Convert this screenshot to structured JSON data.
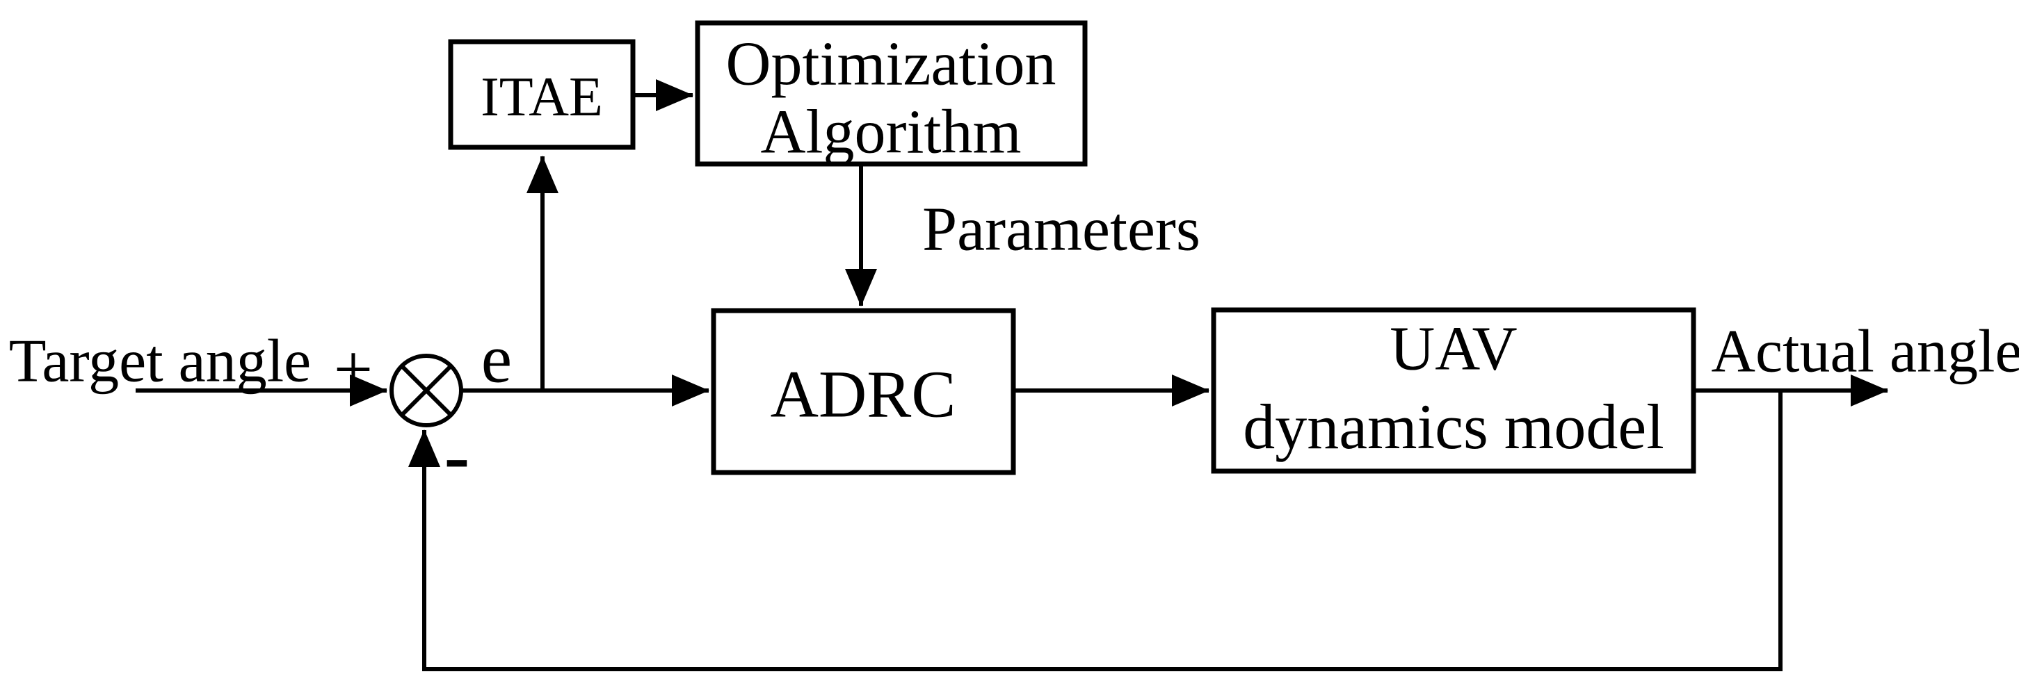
{
  "figure": {
    "type": "control-system-block-diagram",
    "colors": {
      "background": "#ffffff",
      "line": "#000000",
      "text": "#000000"
    },
    "blocks": {
      "itae": {
        "label": "ITAE"
      },
      "optimization_algorithm": {
        "line1": "Optimization",
        "line2": "Algorithm"
      },
      "adrc": {
        "label": "ADRC"
      },
      "uav_dynamics_model": {
        "line1": "UAV",
        "line2": "dynamics model"
      }
    },
    "signals": {
      "input_label": "Target angle",
      "output_label": "Actual angle",
      "parameters_label": "Parameters",
      "error_label": "e",
      "plus_sign": "+",
      "minus_sign": "-"
    }
  }
}
